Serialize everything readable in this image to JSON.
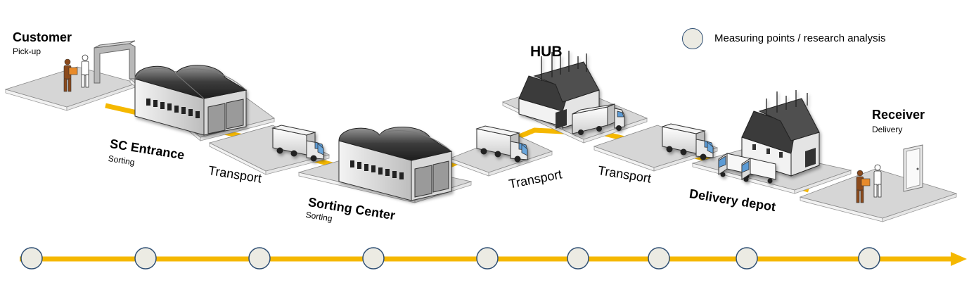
{
  "legend": {
    "label": "Measuring points / research analysis"
  },
  "stations": {
    "customer": {
      "title": "Customer",
      "subtitle": "Pick-up"
    },
    "sc_entrance": {
      "title": "SC Entrance",
      "subtitle": "Sorting"
    },
    "sorting_center": {
      "title": "Sorting Center",
      "subtitle": "Sorting"
    },
    "hub": {
      "title": "HUB"
    },
    "delivery_depot": {
      "title": "Delivery depot"
    },
    "receiver": {
      "title": "Receiver",
      "subtitle": "Delivery"
    }
  },
  "transport_labels": [
    "Transport",
    "Transport",
    "Transport"
  ],
  "timeline": {
    "measuring_points": 9
  },
  "colors": {
    "route": "#f5b800",
    "platform_top": "#d6d6d6",
    "platform_side": "#f2f2f2",
    "building_dark": "#4a4a4a",
    "building_light": "#e8e8e8",
    "node_fill": "#ecebe3",
    "node_stroke": "#2f4f74",
    "person_brown": "#8b4a1c",
    "box_orange": "#e88a2a"
  },
  "icons": [
    "truck-icon",
    "van-icon",
    "warehouse-icon",
    "hub-building-icon",
    "depot-building-icon",
    "person-icon",
    "gate-icon",
    "door-icon",
    "arrow-right-icon"
  ]
}
